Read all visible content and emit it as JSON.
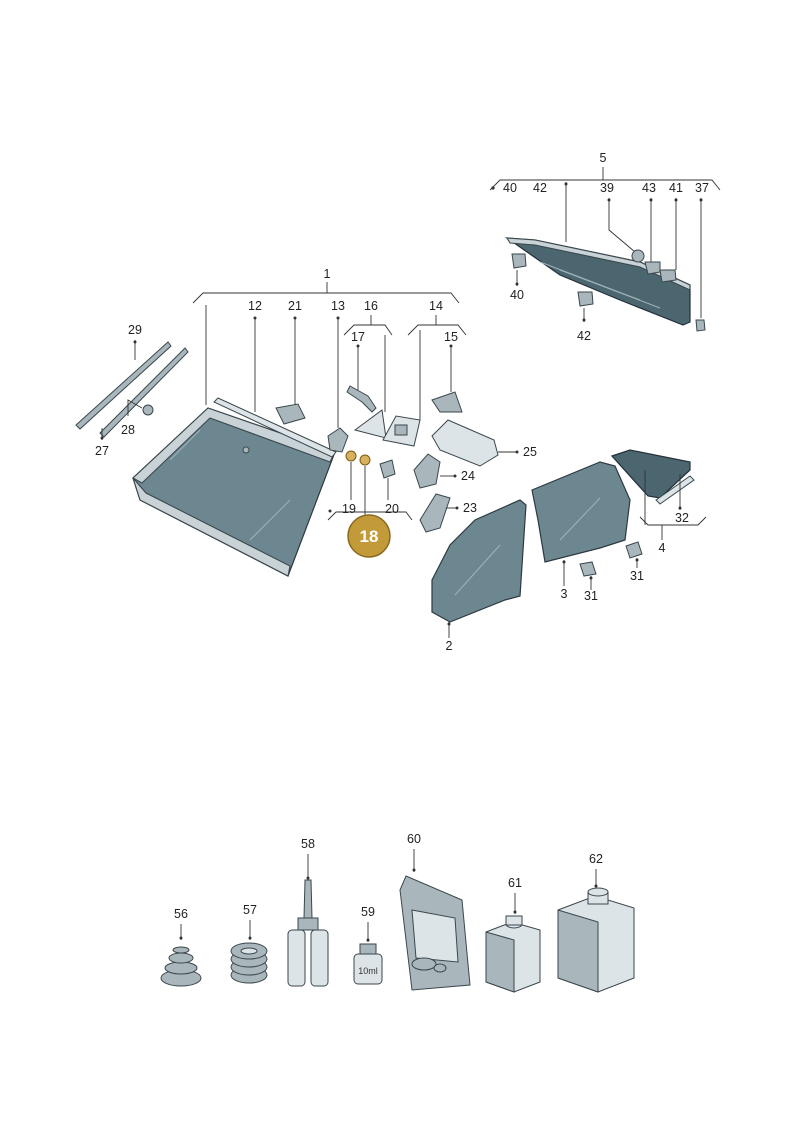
{
  "labels": {
    "l1": "1",
    "l2": "2",
    "l3": "3",
    "l4": "4",
    "l5": "5",
    "l12": "12",
    "l13": "13",
    "l14": "14",
    "l15": "15",
    "l16": "16",
    "l17": "17",
    "l18": "18",
    "l19": "19",
    "l20": "20",
    "l21": "21",
    "l23": "23",
    "l24": "24",
    "l25": "25",
    "l27": "27",
    "l28": "28",
    "l29": "29",
    "l31a": "31",
    "l31b": "31",
    "l32": "32",
    "l37": "37",
    "l39": "39",
    "l40a": "40",
    "l40b": "40",
    "l41": "41",
    "l42a": "42",
    "l42b": "42",
    "l43": "43",
    "l56": "56",
    "l57": "57",
    "l58": "58",
    "l59": "59",
    "l60": "60",
    "l61": "61",
    "l62": "62"
  },
  "bottle_text": "10ml",
  "highlight_color": "#c39a3a"
}
